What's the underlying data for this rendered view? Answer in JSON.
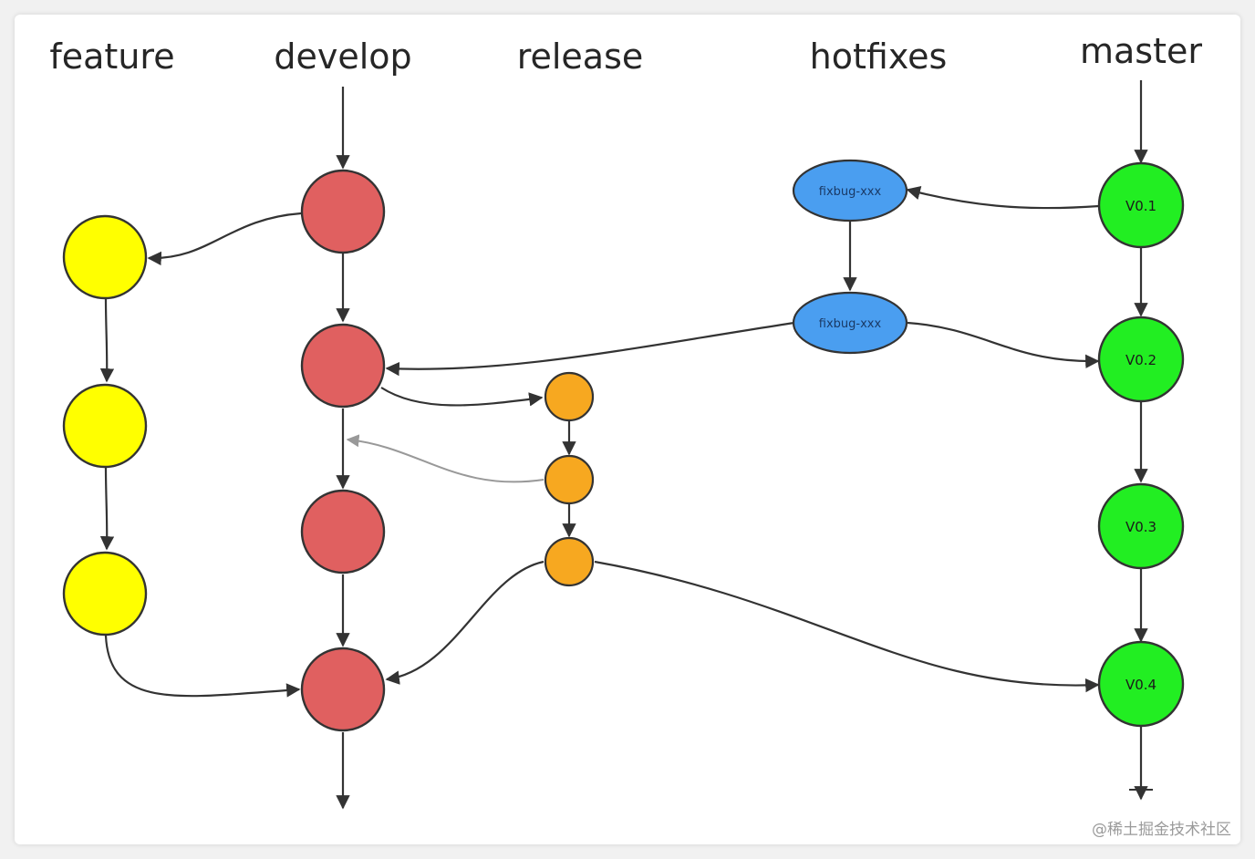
{
  "lanes": {
    "feature": "feature",
    "develop": "develop",
    "release": "release",
    "hotfixes": "hotfixes",
    "master": "master"
  },
  "hotfix_nodes": [
    "fixbug-xxx",
    "fixbug-xxx"
  ],
  "master_nodes": [
    "V0.1",
    "V0.2",
    "V0.3",
    "V0.4"
  ],
  "watermark": "@稀土掘金技术社区",
  "colors": {
    "feature": "#ffff00",
    "develop": "#e06060",
    "release": "#f7a820",
    "hotfixes": "#4a9ef0",
    "master": "#22ee22",
    "arrow": "#333333",
    "merge_back": "#999999"
  }
}
